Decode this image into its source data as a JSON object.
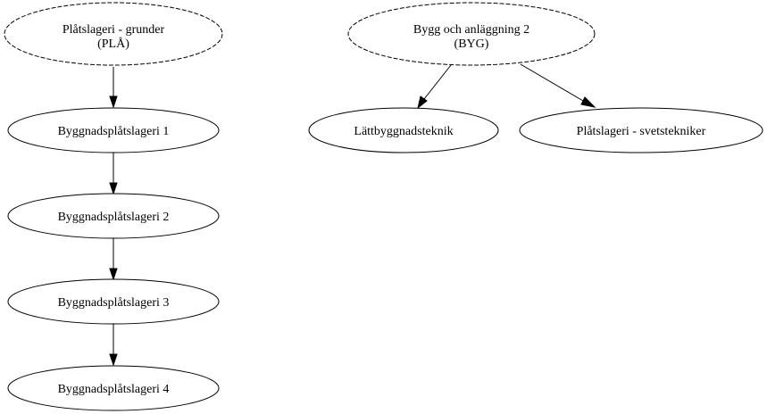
{
  "nodes": {
    "pla": {
      "line1": "Plåtslageri - grunder",
      "line2": "(PLÅ)"
    },
    "byg": {
      "line1": "Bygg och anläggning 2",
      "line2": "(BYG)"
    },
    "bp1": {
      "label": "Byggnadsplåtslageri 1"
    },
    "bp2": {
      "label": "Byggnadsplåtslageri 2"
    },
    "bp3": {
      "label": "Byggnadsplåtslageri 3"
    },
    "bp4": {
      "label": "Byggnadsplåtslageri 4"
    },
    "latt": {
      "label": "Lättbyggnadsteknik"
    },
    "svets": {
      "label": "Plåtslageri - svetstekniker"
    }
  }
}
